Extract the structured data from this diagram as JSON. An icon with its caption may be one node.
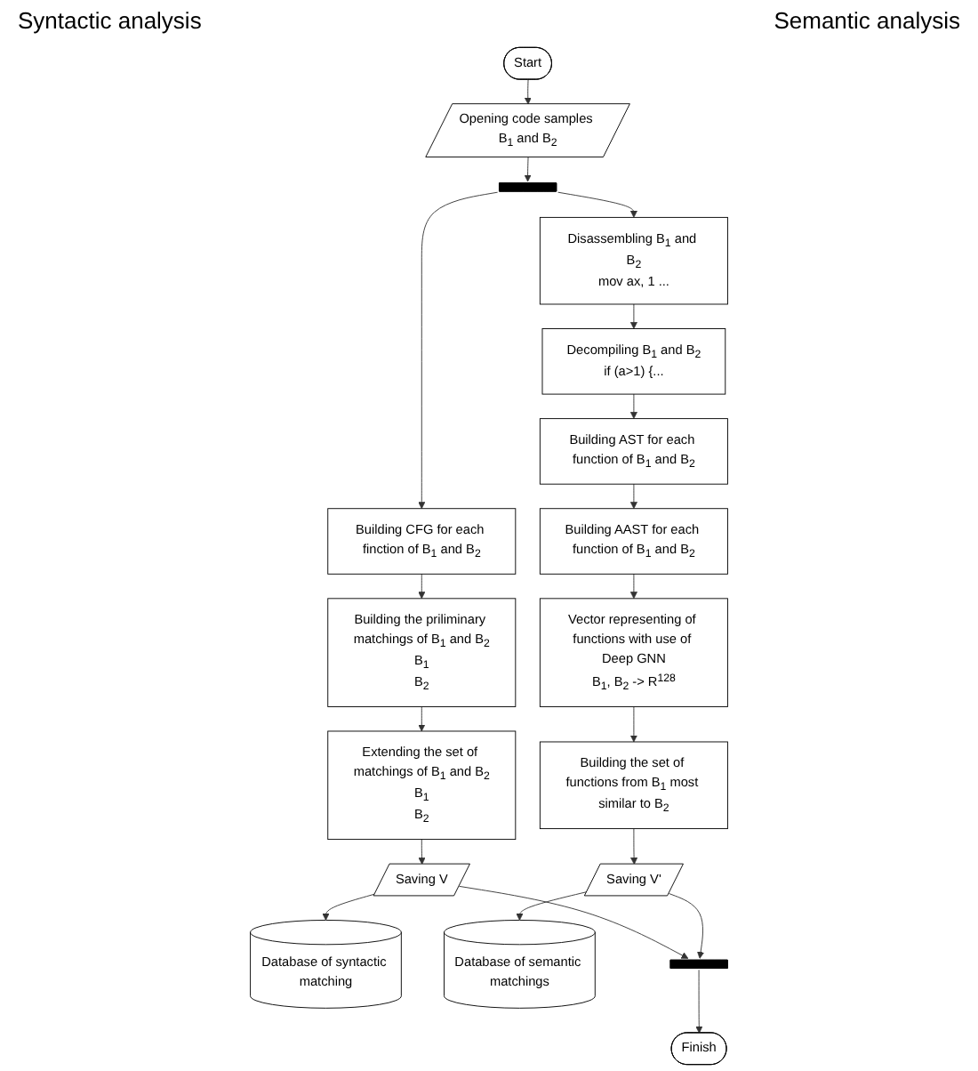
{
  "diagram": {
    "nodes": [
      {
        "text": [
          "Start"
        ]
      },
      {
        "text": [
          "Opening code samples B$_{1}$ and B$_{2}$"
        ]
      },
      {
        "text": [],
        "shape": "bar"
      },
      {
        "text": [
          "Building CFG for each finction of B$_{1}$ and B$_{2}$"
        ]
      },
      {
        "text": [
          "Building the priliminary matchings of B$_{1}$ and B$_{2}$",
          "B$_{1}$",
          "B$_{2}$"
        ]
      },
      {
        "text": [
          "Extending the set of matchings of B$_{1}$ and B$_{2}$",
          "B$_{1}$",
          "B$_{2}$"
        ]
      },
      {
        "text": [
          "Saving V"
        ]
      },
      {
        "text": [
          "Database of syntactic matching"
        ]
      },
      {
        "text": [
          "Disassembling B$_{1}$ and B$_{2}$",
          "mov ax, 1 ..."
        ]
      },
      {
        "text": [
          "Decompiling B$_{1}$ and B$_{2}$",
          "if (a>1) {..."
        ]
      },
      {
        "text": [
          "Building AST for each function of B$_{1}$ and B$_{2}$"
        ]
      },
      {
        "text": [
          "Building AAST for each function of B$_{1}$ and B$_{2}$"
        ]
      },
      {
        "text": [
          "Vector representing of functions with use of Deep GNN",
          "B$_{1}$, B$_{2}$ -> R$^{128}$"
        ]
      },
      {
        "text": [
          "Building the set of functions from B$_{1}$ most similar to B$_{2}$"
        ]
      },
      {
        "text": [
          "Saving V'"
        ]
      },
      {
        "text": [
          "Database of semantic matchings"
        ]
      },
      {
        "text": [],
        "shape": "bar"
      },
      {
        "text": [
          "Finish"
        ]
      }
    ],
    "edges": [
      {
        "from": 0,
        "to": 1,
        "arrow": "to"
      },
      {
        "from": 1,
        "to": 2,
        "arrow": "to"
      },
      {
        "from": 2,
        "to": 3,
        "arrow": "to"
      },
      {
        "from": 2,
        "to": 8,
        "arrow": "to"
      },
      {
        "from": 3,
        "to": 4,
        "arrow": "to"
      },
      {
        "from": 4,
        "to": 5,
        "arrow": "to"
      },
      {
        "from": 5,
        "to": 6,
        "arrow": "to"
      },
      {
        "from": 6,
        "to": 7,
        "arrow": "to"
      },
      {
        "from": 6,
        "to": 16,
        "arrow": "to"
      },
      {
        "from": 8,
        "to": 9,
        "arrow": "to"
      },
      {
        "from": 9,
        "to": 10,
        "arrow": "to"
      },
      {
        "from": 10,
        "to": 11,
        "arrow": "to"
      },
      {
        "from": 11,
        "to": 12,
        "arrow": "to"
      },
      {
        "from": 12,
        "to": 13,
        "arrow": "to"
      },
      {
        "from": 13,
        "to": 14,
        "arrow": "to"
      },
      {
        "from": 14,
        "to": 15,
        "arrow": "to"
      },
      {
        "from": 14,
        "to": 16,
        "arrow": "to"
      },
      {
        "from": 16,
        "to": 17,
        "arrow": "to"
      }
    ],
    "labels": [
      "Semantic analysis",
      "Syntactic analysis"
    ]
  }
}
